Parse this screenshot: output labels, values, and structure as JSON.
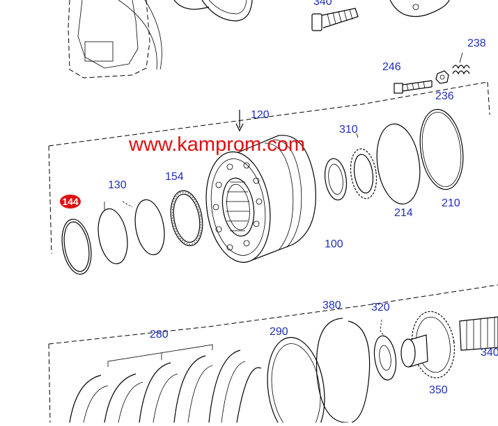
{
  "watermark": "www.kamprom.com",
  "hotspot": {
    "label": "144",
    "color": "#e01010"
  },
  "label_color": "#1f2fb8",
  "callouts": {
    "c340_top": "340",
    "c238": "238",
    "c246": "246",
    "c236": "236",
    "c120": "120",
    "c310": "310",
    "c130": "130",
    "c154": "154",
    "c214": "214",
    "c210": "210",
    "c100": "100",
    "c380": "380",
    "c320": "320",
    "c280": "280",
    "c290": "290",
    "c340_right": "340",
    "c350": "350"
  }
}
